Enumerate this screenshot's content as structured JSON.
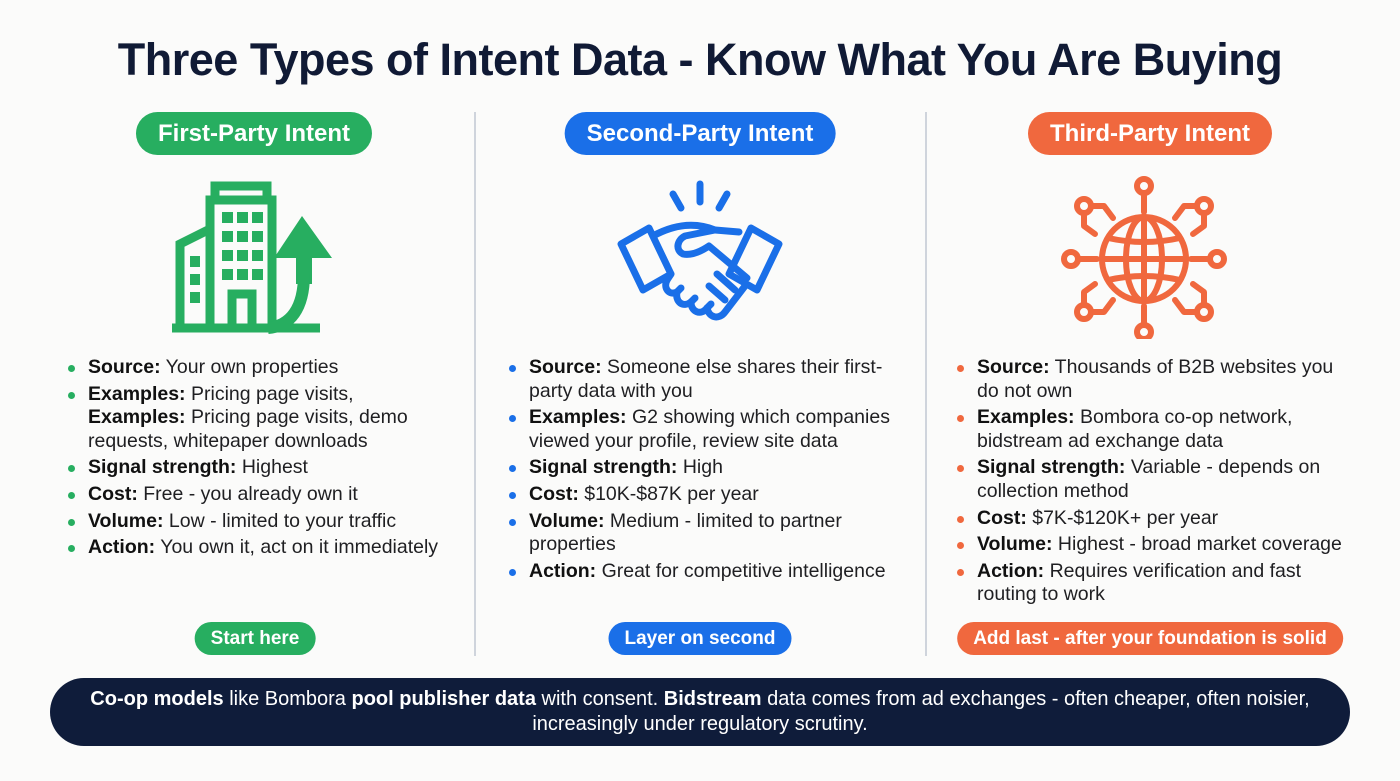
{
  "title": "Three Types of Intent Data - Know What You Are Buying",
  "columns": [
    {
      "id": "first-party",
      "header": "First-Party Intent",
      "accent": "#27ae60",
      "icon": "building-growth-arrow-icon",
      "bullets": [
        {
          "label": "Source:",
          "text": " Your own properties"
        },
        {
          "label": "Examples:",
          "text": " Pricing page visits,"
        },
        {
          "label": "Examples:",
          "text": " Pricing page visits, demo requests, whitepaper downloads"
        },
        {
          "label": "Signal strength:",
          "text": " Highest"
        },
        {
          "label": "Cost:",
          "text": " Free - you already own it"
        },
        {
          "label": "Volume:",
          "text": " Low - limited to your traffic"
        },
        {
          "label": "Action:",
          "text": " You own it, act on it immediately"
        }
      ],
      "footer": "Start here"
    },
    {
      "id": "second-party",
      "header": "Second-Party Intent",
      "accent": "#1a6fe8",
      "icon": "handshake-icon",
      "bullets": [
        {
          "label": "Source:",
          "text": " Someone else shares their first-party data with you"
        },
        {
          "label": "Examples:",
          "text": " G2 showing which companies viewed your profile, review site data"
        },
        {
          "label": "Signal strength:",
          "text": " High"
        },
        {
          "label": "Cost:",
          "text": " $10K-$87K per year"
        },
        {
          "label": "Volume:",
          "text": " Medium - limited to partner properties"
        },
        {
          "label": "Action:",
          "text": " Great for competitive intelligence"
        }
      ],
      "footer": "Layer on second"
    },
    {
      "id": "third-party",
      "header": "Third-Party Intent",
      "accent": "#f0683e",
      "icon": "globe-network-icon",
      "bullets": [
        {
          "label": "Source:",
          "text": " Thousands of B2B websites you do not own"
        },
        {
          "label": "Examples:",
          "text": " Bombora co-op network, bidstream ad exchange data"
        },
        {
          "label": "Signal strength:",
          "text": " Variable - depends on collection method"
        },
        {
          "label": "Cost:",
          "text": " $7K-$120K+ per year"
        },
        {
          "label": "Volume:",
          "text": " Highest - broad market coverage"
        },
        {
          "label": "Action:",
          "text": " Requires verification and fast routing to work"
        }
      ],
      "footer": "Add last - after your foundation is solid"
    }
  ],
  "banner": {
    "segments": [
      {
        "bold": true,
        "text": "Co-op models"
      },
      {
        "bold": false,
        "text": " like Bombora "
      },
      {
        "bold": true,
        "text": "pool publisher data"
      },
      {
        "bold": false,
        "text": " with consent. "
      },
      {
        "bold": true,
        "text": "Bidstream"
      },
      {
        "bold": false,
        "text": " data comes from ad exchanges - often cheaper, often noisier, increasingly under regulatory scrutiny."
      }
    ],
    "background": "#0f1c3a"
  }
}
